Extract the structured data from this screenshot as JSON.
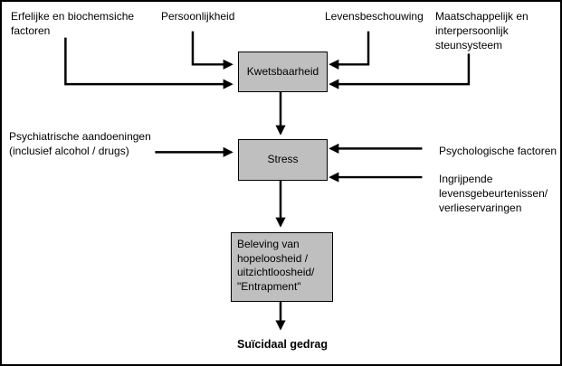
{
  "diagram": {
    "labels": {
      "erfelijke": "Erfelijke en biochemsiche factoren",
      "persoonlijkheid": "Persoonlijkheid",
      "levensbeschouwing": "Levensbeschouwing",
      "maatschappelijk": "Maatschappelijk en interpersoonlijk steunsysteem",
      "psychiatrisch": "Psychiatrische aandoeningen (inclusief alcohol / drugs)",
      "psychologisch": "Psychologische factoren",
      "ingrijpend": "Ingrijpende levensgebeurtenissen/ verlieservaringen",
      "suicidaal": "Suïcidaal gedrag"
    },
    "boxes": {
      "kwetsbaarheid": "Kwetsbaarheid",
      "stress": "Stress",
      "beleving": "Beleving van hopeloosheid / uitzichtloosheid/ \"Entrapment\""
    },
    "colors": {
      "box_fill": "#bfbfbf",
      "box_border": "#000000",
      "arrow": "#000000",
      "background": "#ffffff"
    }
  }
}
